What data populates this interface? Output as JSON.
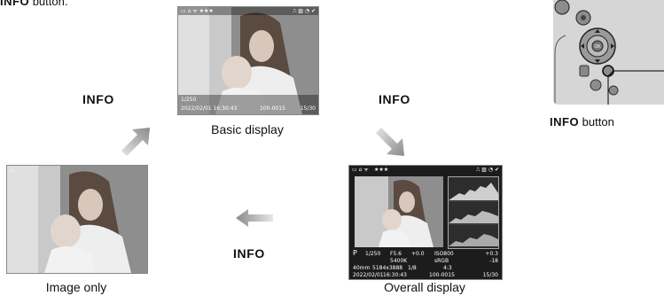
{
  "intro_suffix": "button.",
  "intro_info": "INFO",
  "info_label": "INFO",
  "captions": {
    "basic": "Basic display",
    "image_only": "Image only",
    "overall": "Overall display"
  },
  "camera_button_label": {
    "bold": "INFO",
    "rest": " button"
  },
  "camera_ok_label": "OK",
  "basic_osd": {
    "shutter": "1/250",
    "datetime": "2022/02/01 16:30:43",
    "file_no": "100-0015",
    "frame": "15/30"
  },
  "overall_osd": {
    "mode": "P",
    "shutter": "1/250",
    "aperture": "F5.6",
    "ev": "+0.0",
    "iso": "ISO800",
    "wb": "5400K",
    "colorspace": "sRGB",
    "size": "5184x3888",
    "ratio": "1/8",
    "aspect": "4:3",
    "focal": "40mm",
    "date": "2022/02/01",
    "time": "16:30:43",
    "file_no": "100-0015",
    "frame": "15/30",
    "rating": "★★★",
    "exp_comp": "+0.3",
    "flash_comp": "-18"
  }
}
